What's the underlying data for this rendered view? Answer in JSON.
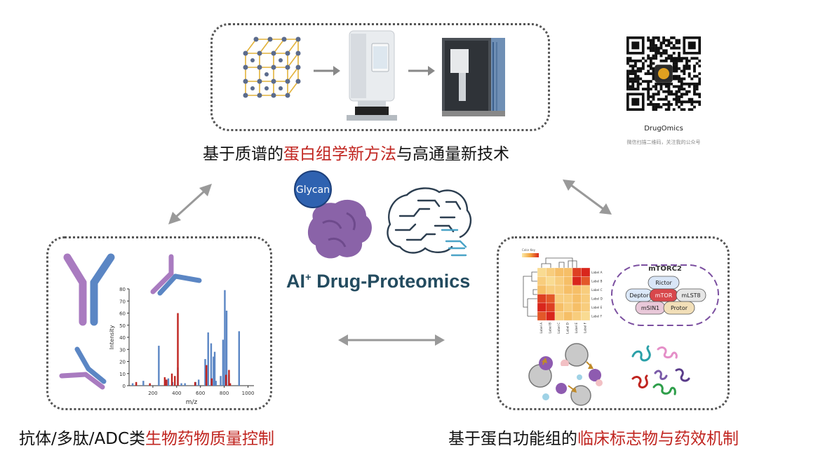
{
  "top_caption": {
    "prefix": "基于质谱的",
    "highlight": "蛋白组学新方法",
    "suffix": "与高通量新技术"
  },
  "left_caption": {
    "prefix": "抗体/多肽/ADC类",
    "highlight": "生物药物质量控制"
  },
  "right_caption": {
    "prefix": "基于蛋白功能组的",
    "highlight": "临床标志物与药效机制"
  },
  "center": {
    "brand_main": "AI",
    "brand_sup": "+",
    "brand_rest": " Drug-Proteomics",
    "glycan_label": "Glycan"
  },
  "qr": {
    "account_name": "DrugOmics",
    "note": "微信扫描二维码，关注我的公众号"
  },
  "colors": {
    "highlight": "#c0241f",
    "brand": "#234b5f",
    "antibody_purple": "#a97bc0",
    "antibody_blue": "#5b86c4",
    "glycan_blue": "#2f62b0",
    "protein_purple": "#8a63a8"
  },
  "spectrum": {
    "xlabel": "m/z",
    "ylabel": "Intensity",
    "xticks": [
      "200",
      "400",
      "600",
      "800",
      "1000"
    ],
    "yticks": [
      "0",
      "10",
      "20",
      "30",
      "40",
      "50",
      "60",
      "70",
      "80"
    ],
    "chart_data": {
      "type": "bar",
      "xlabel": "m/z",
      "ylabel": "Intensity",
      "xlim": [
        0,
        1050
      ],
      "ylim": [
        0,
        80
      ],
      "series": [
        {
          "color": "#5b86c4",
          "x": [
            30,
            120,
            250,
            310,
            330,
            365,
            410,
            440,
            470,
            560,
            585,
            640,
            665,
            690,
            710,
            720,
            730,
            770,
            790,
            805,
            820,
            840,
            925
          ],
          "y": [
            2,
            4,
            33,
            5,
            6,
            3,
            15,
            2,
            2,
            3,
            5,
            22,
            44,
            35,
            24,
            28,
            4,
            8,
            38,
            79,
            62,
            9,
            45
          ]
        },
        {
          "color": "#c0241f",
          "x": [
            60,
            175,
            300,
            315,
            360,
            385,
            410,
            555,
            650,
            695,
            815,
            840,
            850
          ],
          "y": [
            3,
            2,
            7,
            5,
            10,
            8,
            60,
            3,
            17,
            6,
            9,
            13,
            2
          ]
        }
      ]
    }
  },
  "heatmap": {
    "color_key": "Color Key",
    "row_labels": [
      "Label A",
      "Label B",
      "Label C",
      "Label D",
      "Label E",
      "Label F"
    ],
    "col_labels": [
      "Label A",
      "Label B",
      "Label C",
      "Label D",
      "Label E",
      "Label F"
    ],
    "chart_data": {
      "type": "heatmap",
      "matrix": [
        [
          0.1,
          0.2,
          0.3,
          0.3,
          0.9,
          1.0
        ],
        [
          0.2,
          0.1,
          0.2,
          0.3,
          1.0,
          0.8
        ],
        [
          0.3,
          0.2,
          0.2,
          0.3,
          0.3,
          0.2
        ],
        [
          0.9,
          0.8,
          0.2,
          0.2,
          0.3,
          0.2
        ],
        [
          1.0,
          0.9,
          0.3,
          0.2,
          0.3,
          0.2
        ],
        [
          0.8,
          1.0,
          0.2,
          0.3,
          0.2,
          0.1
        ]
      ]
    }
  },
  "mtorc2": {
    "title": "mTORC2",
    "subunits": [
      "Rictor",
      "Deptor",
      "mTOR",
      "mLST8",
      "mSIN1",
      "Protor"
    ]
  }
}
